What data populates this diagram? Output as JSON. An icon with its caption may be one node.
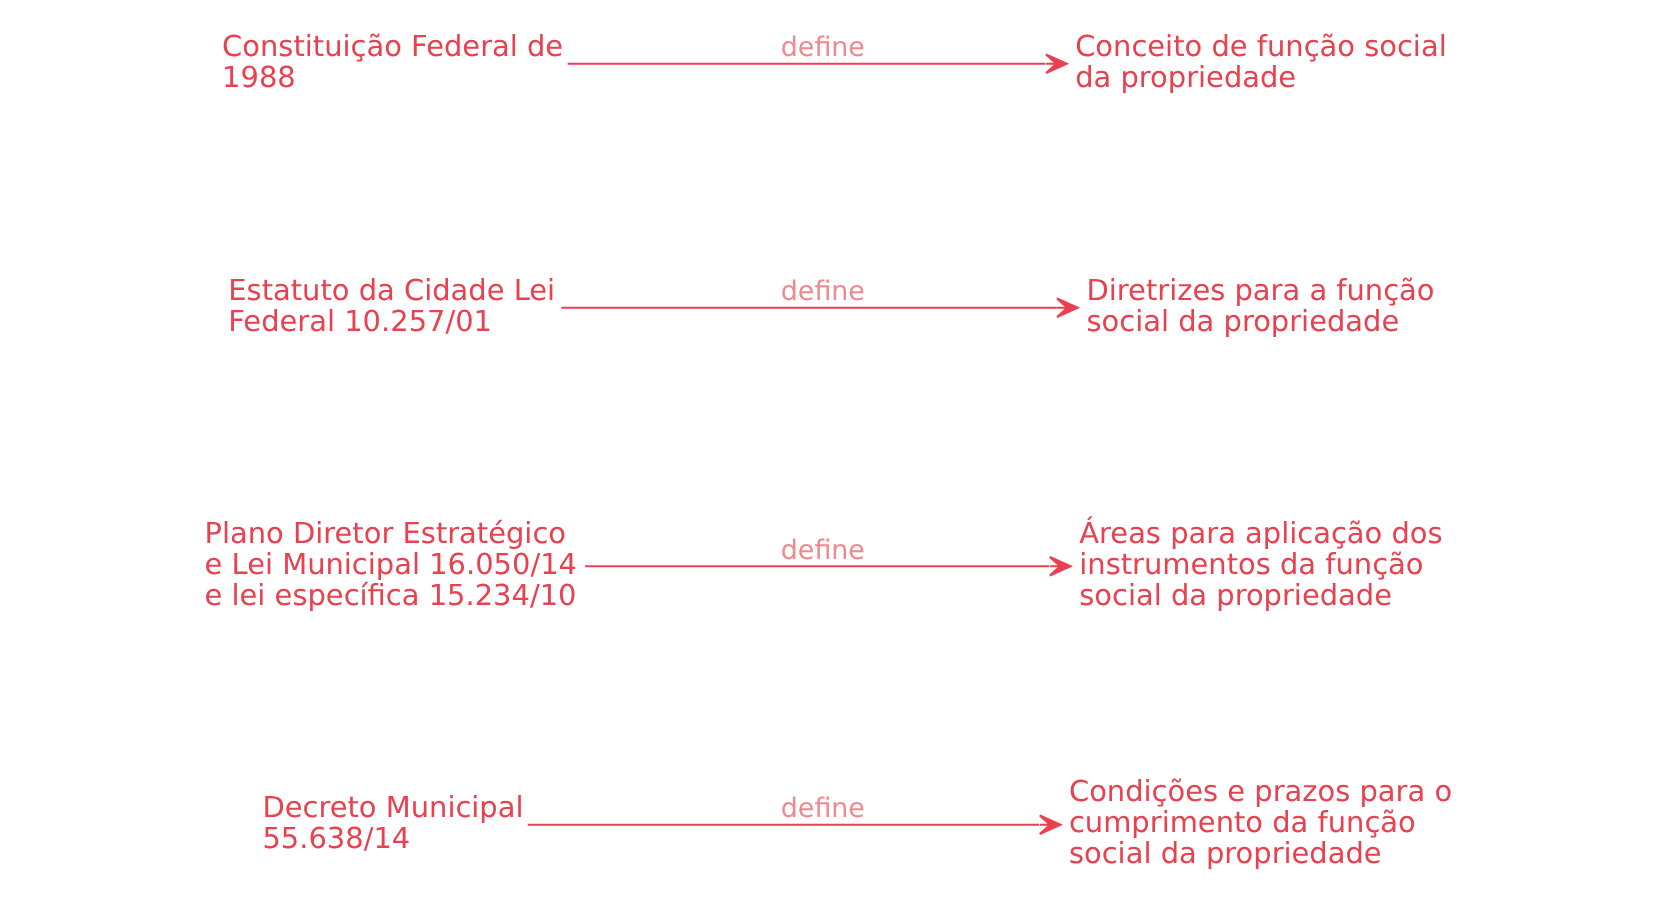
{
  "diagram": {
    "nodes": [
      {
        "text": [
          "Constituição Federal de 1988"
        ]
      },
      {
        "text": [
          "Conceito de função social da propriedade"
        ]
      },
      {
        "text": [
          "Estatuto da Cidade Lei Federal 10.257/01"
        ]
      },
      {
        "text": [
          "Diretrizes para a função social da propriedade"
        ]
      },
      {
        "text": [
          "Plano Diretor Estratégico e Lei Municipal 16.050/14 e lei específica 15.234/10"
        ]
      },
      {
        "text": [
          "Áreas para aplicação dos instrumentos da função social da propriedade"
        ]
      },
      {
        "text": [
          "Decreto Municipal 55.638/14"
        ]
      },
      {
        "text": [
          "Condições e prazos para o cumprimento da função social da propriedade"
        ]
      }
    ],
    "edges": [
      {
        "from": 0,
        "to": 1,
        "arrow": "to",
        "label": "define"
      },
      {
        "from": 2,
        "to": 3,
        "arrow": "to",
        "label": "define"
      },
      {
        "from": 4,
        "to": 5,
        "arrow": "to",
        "label": "define"
      },
      {
        "from": 6,
        "to": 7,
        "arrow": "to",
        "label": "define"
      }
    ]
  }
}
